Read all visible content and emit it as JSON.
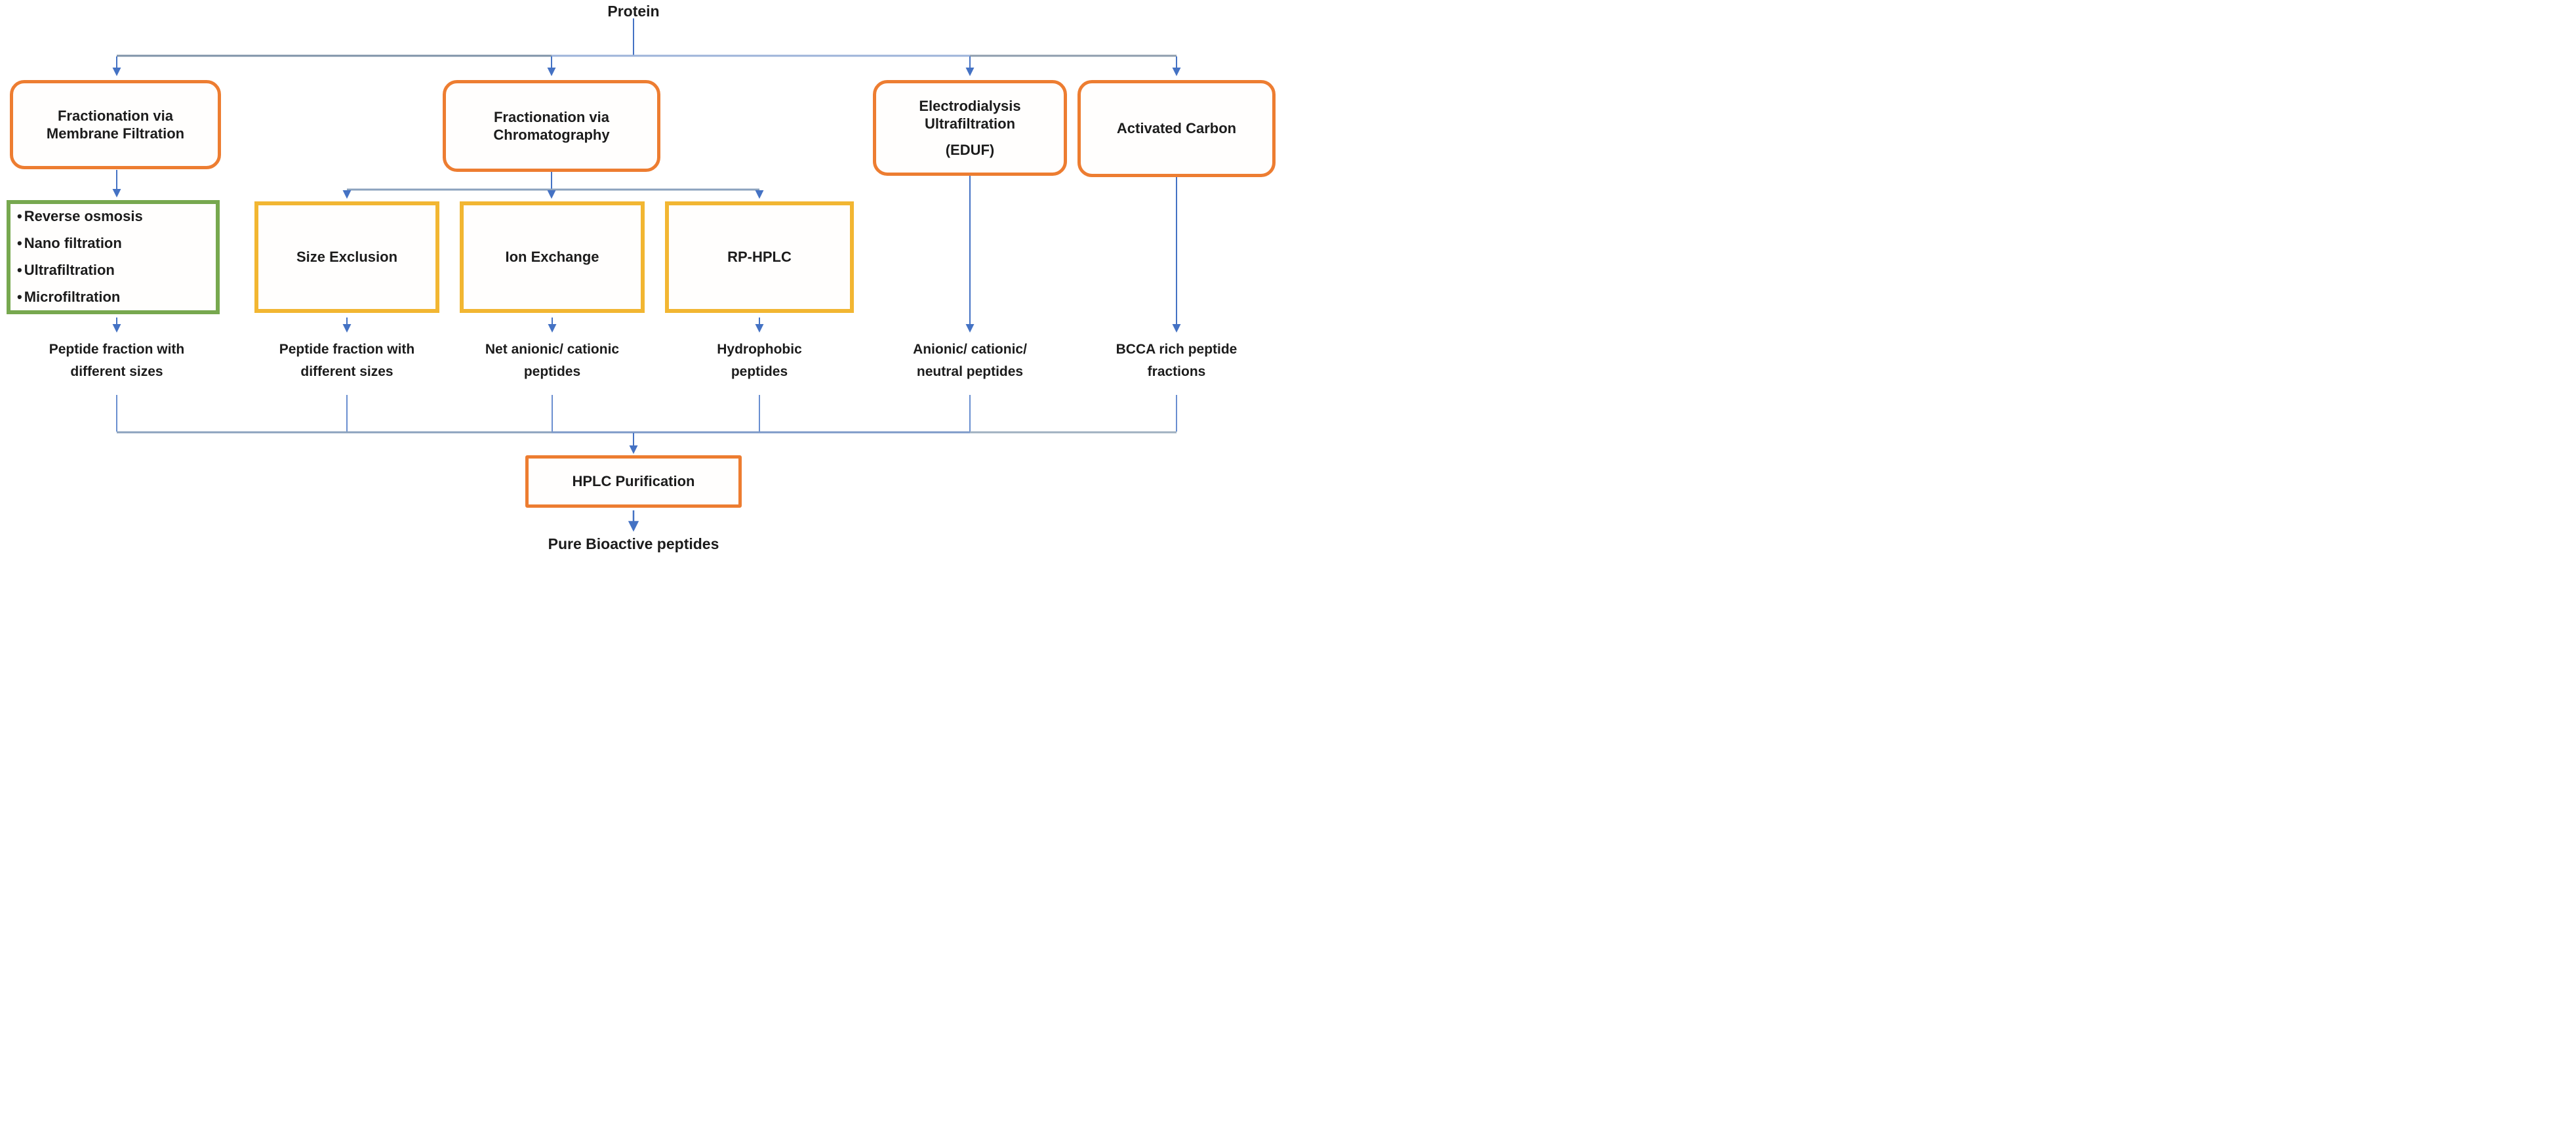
{
  "diagram": {
    "root_label": "Protein",
    "level1_methods": [
      {
        "id": "membrane-filtration",
        "lines": [
          "Fractionation via",
          "Membrane Filtration"
        ]
      },
      {
        "id": "chromatography",
        "lines": [
          "Fractionation via",
          "Chromatography"
        ]
      },
      {
        "id": "eduf",
        "lines": [
          "Electrodialysis",
          "Ultrafiltration",
          "(EDUF)"
        ]
      },
      {
        "id": "activated-carbon",
        "lines": [
          "Activated Carbon"
        ]
      }
    ],
    "membrane_techniques": [
      "Reverse osmosis",
      "Nano filtration",
      "Ultrafiltration",
      "Microfiltration"
    ],
    "chromatography_types": [
      "Size Exclusion",
      "Ion Exchange",
      "RP-HPLC"
    ],
    "outputs": [
      {
        "lines": [
          "Peptide fraction with",
          "different sizes"
        ]
      },
      {
        "lines": [
          "Peptide fraction with",
          "different sizes"
        ]
      },
      {
        "lines": [
          "Net anionic/ cationic",
          "peptides"
        ]
      },
      {
        "lines": [
          "Hydrophobic",
          "peptides"
        ]
      },
      {
        "lines": [
          "Anionic/ cationic/",
          "neutral peptides"
        ]
      },
      {
        "lines": [
          "BCCA rich peptide",
          "fractions"
        ]
      }
    ],
    "purification_label": "HPLC Purification",
    "final_label": "Pure Bioactive peptides",
    "colors": {
      "orange_border": "#ED7D31",
      "yellow_border": "#F2B632",
      "green_border": "#77A84F",
      "arrow_blue": "#4472C4",
      "connector_gray_blue": "#8BA2BE",
      "connector_light_blue": "#9DB3D9",
      "text": "#1c1c1c"
    }
  }
}
